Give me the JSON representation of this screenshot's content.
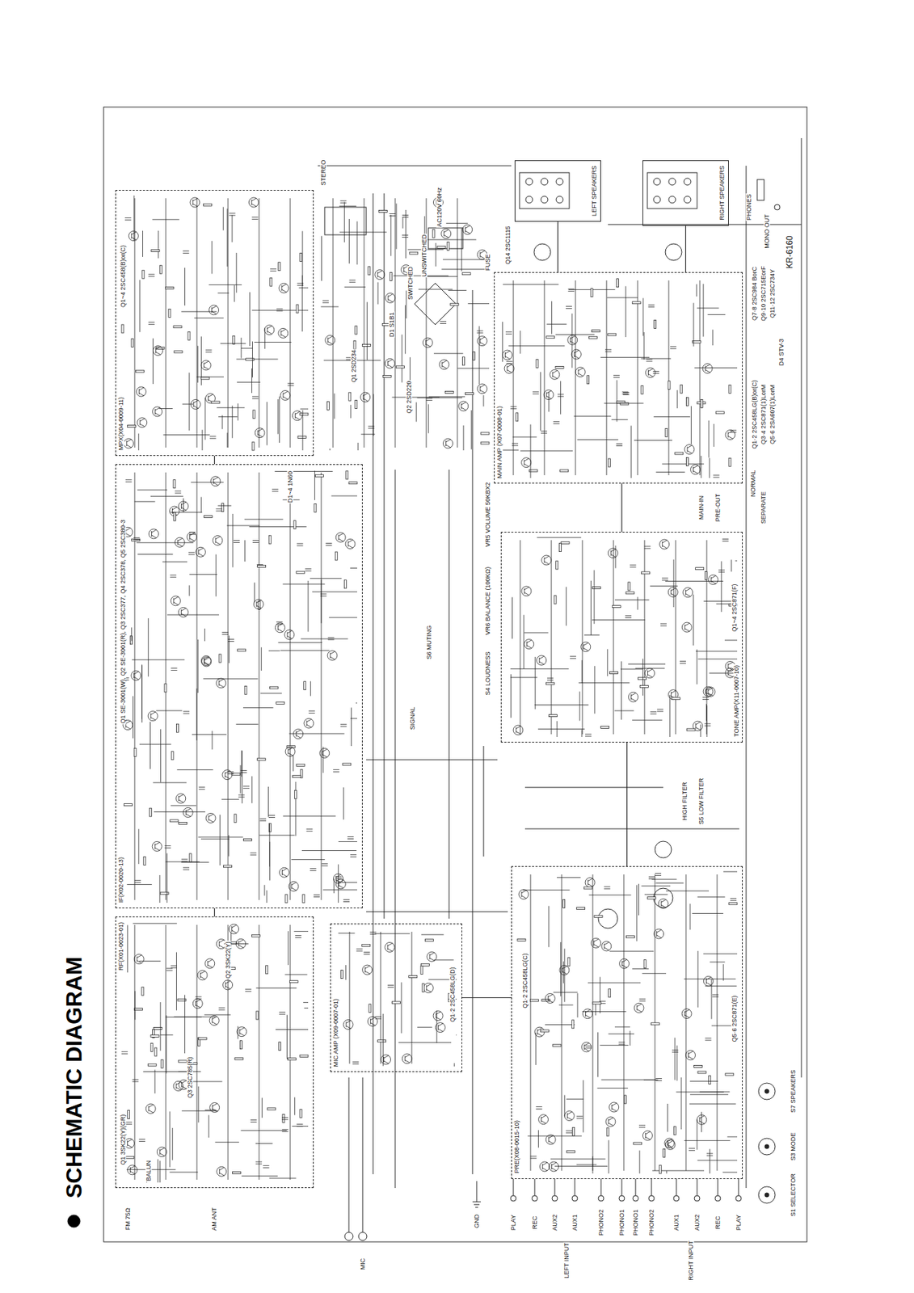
{
  "diagram": {
    "title": "SCHEMATIC DIAGRAM",
    "nodes": [
      {
        "text": [
          "RF(X01-0023-01)"
        ]
      },
      {
        "text": [
          "IF(X02-0020-13)"
        ]
      },
      {
        "text": [
          "MPX(X04-0009-11)"
        ]
      },
      {
        "text": [
          "MIC AMP (X09-0007-01)"
        ]
      },
      {
        "text": [
          "PRE(X08-0015-10)"
        ]
      },
      {
        "text": [
          "TONE AMP(X11-0007-10)"
        ]
      },
      {
        "text": [
          "MAIN AMP (X07-0008-01)"
        ]
      },
      {
        "text": [
          "LEFT SPEAKERS"
        ]
      },
      {
        "text": [
          "RIGHT SPEAKERS"
        ]
      }
    ],
    "edges": [
      {
        "from": 0,
        "to": 1,
        "arrow": "none"
      },
      {
        "from": 1,
        "to": 2,
        "arrow": "none"
      },
      {
        "from": 3,
        "to": 4,
        "arrow": "none"
      },
      {
        "from": 4,
        "to": 5,
        "arrow": "none"
      },
      {
        "from": 5,
        "to": 6,
        "arrow": "none"
      },
      {
        "from": 6,
        "to": 7,
        "arrow": "none"
      },
      {
        "from": 6,
        "to": 8,
        "arrow": "none"
      }
    ],
    "labels": [
      "KR-6160",
      "PHONES",
      "MONO OUT",
      "STEREO",
      "AC120V 60Hz",
      "UNSWITCHED",
      "SWITCHED",
      "FUSE",
      "Q1 2SD234",
      "Q2 2SD220",
      "D1 S1B1",
      "Q1~4 2SC458(B)or(C)",
      "Q1 3SK22(Y)(GR)",
      "Q2 3SK22(Y)",
      "Q3 2SC785(R)",
      "BALUN",
      "FM 75Ω",
      "AM ANT",
      "Q1 SE-3001(W), Q2 SE-3001(R), Q3 2SC377, Q4 2SC378, Q5 2SC380-3",
      "Q1·2 2SC458LG(D)",
      "Q1·2 2SC458LG(C)",
      "Q5·6 2SC871(E)",
      "Q1~4 2SC871(F)",
      "Q1·2 2SC458LG(B)or(C)",
      "Q3·4 2SC871(1)LorM",
      "Q5·6 2SA607(1)LorM",
      "Q7·8 2SC984 BorC",
      "Q9·10 2SC715EorF",
      "Q11·12 2SC734Y",
      "D4 STV-3",
      "S6 MUTING",
      "SIGNAL",
      "VR5 VOLUME 50KBX2",
      "VR6 BALANCE (100KΩ)",
      "S4 LOUDNESS",
      "PRE-OUT",
      "MAIN-IN",
      "NORMAL",
      "SEPARATE",
      "S5 LOW FILTER",
      "HIGH FILTER",
      "MIC",
      "GND",
      "PLAY",
      "REC",
      "AUX2",
      "AUX1",
      "PHONO2",
      "PHONO1",
      "PHONO1",
      "PHONO2",
      "AUX1",
      "AUX2",
      "REC",
      "PLAY",
      "LEFT INPUT",
      "RIGHT INPUT",
      "S1 SELECTOR",
      "S3 MODE",
      "S7 SPEAKERS",
      "Q14 2SC1115",
      "D1~4 1N60"
    ]
  }
}
